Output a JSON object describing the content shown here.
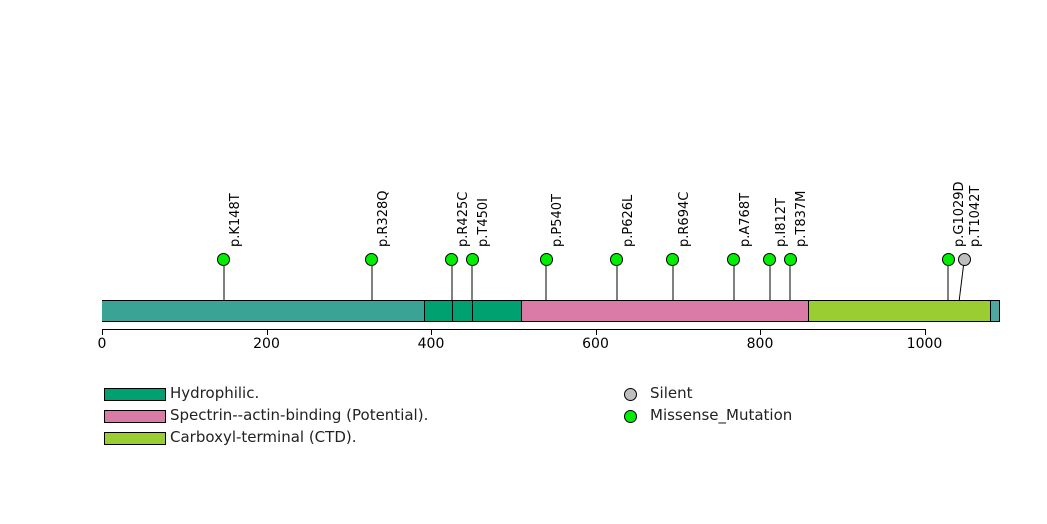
{
  "plot": {
    "title": "",
    "protein_length": 1091,
    "axis": {
      "ticks": [
        0,
        200,
        400,
        600,
        800,
        1000
      ],
      "tick_labels": [
        "0",
        "200",
        "400",
        "600",
        "800",
        "1000"
      ],
      "min": 0,
      "max": 1091
    }
  },
  "chart_data": {
    "type": "lollipop",
    "title": "",
    "xlabel": "",
    "ylabel": "",
    "xlim": [
      0,
      1091
    ],
    "grid": false,
    "legend_position": "bottom",
    "mutations": [
      {
        "label": "p.K148T",
        "position": 148,
        "type": "Missense_Mutation",
        "color": "#00EE00"
      },
      {
        "label": "p.R328Q",
        "position": 328,
        "type": "Missense_Mutation",
        "color": "#00EE00"
      },
      {
        "label": "p.R425C",
        "position": 425,
        "type": "Missense_Mutation",
        "color": "#00EE00"
      },
      {
        "label": "p.T450I",
        "position": 450,
        "type": "Missense_Mutation",
        "color": "#00EE00"
      },
      {
        "label": "p.P540T",
        "position": 540,
        "type": "Missense_Mutation",
        "color": "#00EE00"
      },
      {
        "label": "p.P626L",
        "position": 626,
        "type": "Missense_Mutation",
        "color": "#00EE00"
      },
      {
        "label": "p.R694C",
        "position": 694,
        "type": "Missense_Mutation",
        "color": "#00EE00"
      },
      {
        "label": "p.A768T",
        "position": 768,
        "type": "Missense_Mutation",
        "color": "#00EE00"
      },
      {
        "label": "p.I812T",
        "position": 812,
        "type": "Missense_Mutation",
        "color": "#00EE00"
      },
      {
        "label": "p.T837M",
        "position": 837,
        "type": "Missense_Mutation",
        "color": "#00EE00"
      },
      {
        "label": "p.G1029D",
        "position": 1029,
        "type": "Missense_Mutation",
        "color": "#00EE00"
      },
      {
        "label": "p.T1042T",
        "position": 1042,
        "type": "Silent",
        "color": "#BEBEBE"
      }
    ],
    "domains": [
      {
        "name": "Hydrophilic.",
        "start": 0,
        "end": 392,
        "color": "#3BA395"
      },
      {
        "name": "Hydrophilic.",
        "start": 392,
        "end": 425,
        "color": "#00A170"
      },
      {
        "name": "Hydrophilic.",
        "start": 425,
        "end": 450,
        "color": "#00A170"
      },
      {
        "name": "Hydrophilic.",
        "start": 450,
        "end": 509,
        "color": "#00A170"
      },
      {
        "name": "Spectrin--actin-binding (Potential).",
        "start": 509,
        "end": 858,
        "color": "#D97BA6"
      },
      {
        "name": "Carboxyl-terminal (CTD).",
        "start": 858,
        "end": 1080,
        "color": "#9ACD32"
      },
      {
        "name": "",
        "start": 1080,
        "end": 1091,
        "color": "#4FA8A0"
      }
    ],
    "domain_boundaries": [
      392,
      425,
      450,
      509,
      858,
      1080
    ]
  },
  "legend": {
    "domains": [
      {
        "label": "Hydrophilic.",
        "color": "#00A170"
      },
      {
        "label": "Spectrin--actin-binding (Potential).",
        "color": "#D97BA6"
      },
      {
        "label": "Carboxyl-terminal (CTD).",
        "color": "#9ACD32"
      }
    ],
    "variant_types": [
      {
        "label": "Silent",
        "color": "#BEBEBE"
      },
      {
        "label": "Missense_Mutation",
        "color": "#00EE00"
      }
    ]
  }
}
